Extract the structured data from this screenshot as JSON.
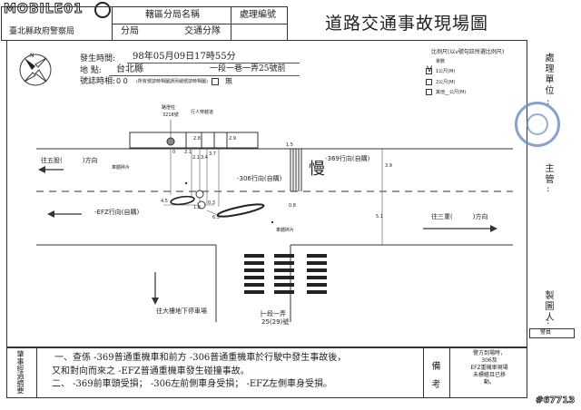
{
  "watermark": "MOBILE01",
  "header": {
    "org": "臺北縣政府警察局",
    "jurisdiction_label": "轄區分局名稱",
    "branch": "分局",
    "traffic_squad": "交通分隊",
    "case_no_label": "處理編號"
  },
  "title": "道路交通事故現場圖",
  "scale": {
    "label": "比例尺(以v號勾註所選比例尺)",
    "unit_label": "單數",
    "options": [
      "1公尺(M)",
      "2公尺(M)",
      "其他__公尺(M)"
    ],
    "checked_mark": "V"
  },
  "info": {
    "time_label": "發生時間:",
    "time_value": "98年05月09日17時55分",
    "place_label": "地   點:",
    "place_city": "台北縣",
    "place_road": "一段一巷一弄25號前",
    "signal_label": "號誌時相:",
    "signal_value": "0 0",
    "signal_note": "(所有號誌時相圖請另繪號誌時相圖)",
    "signal_none": "無"
  },
  "diagram": {
    "pole_label": "路燈柱",
    "pole_id": "3218號",
    "ped_label": "行人穿越道",
    "nums_top": [
      "0",
      "2.1",
      "2.1",
      "3.4",
      "3.7",
      "2.8",
      "2.9"
    ],
    "dim_4_5": "4.5",
    "dim_1_8": "1.8",
    "dim_0_3": "0.3",
    "dim_3_9": "3.9",
    "dim_5_1": "5.1",
    "dim_6_5": "6.5",
    "dim_1_5": "1.5",
    "dim_0_8": "0.8",
    "mark_vehicle_306": "-306行向(自購)",
    "mark_vehicle_369": "-369行向(自購)",
    "mark_vehicle_efz": "-EFZ行向(自購)",
    "damage_1": "車體碎片",
    "damage_2": "車體碎片",
    "slow_sign": "慢",
    "direction_west": "往五股(",
    "direction_west_suffix": ")方向",
    "direction_east": "往三重(",
    "direction_east_suffix": ")方向",
    "direction_south": "往大樓地下停車場",
    "address_label": "一段一弄",
    "address_no": "25(29)號"
  },
  "right_labels": {
    "unit": "處理單位",
    "main": "主管",
    "drawer": "製圖人",
    "stamp_text": "警員"
  },
  "summary": {
    "side_label": "肇事經過摘要",
    "line1": "一、查係  -369普通重機車和前方  -306普通重機車於行駛中發生事故後，",
    "line2": "又和對向而來之  -EFZ普通重機車發生碰撞事故。",
    "line3": "二、  -369前車頭受損；  -306左前側車身受損；  -EFZ左側車身受損。",
    "remark_label": "備考",
    "remark_text": [
      "警方到場時，",
      "306及",
      "EFZ重機車現場",
      "未標繪且已移",
      "動。"
    ]
  },
  "footer_id": "#67713"
}
